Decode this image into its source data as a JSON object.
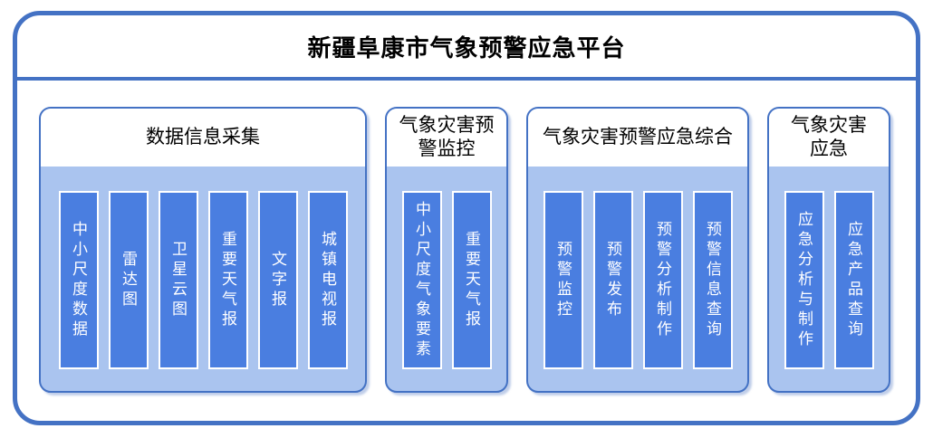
{
  "platform": {
    "title": "新疆阜康市气象预警应急平台"
  },
  "colors": {
    "frame_border": "#4472C4",
    "group_border": "#4472C4",
    "group_header_bg": "#FFFFFF",
    "group_body_bg": "#AAC4EF",
    "bar_bg": "#4A7EE0",
    "bar_border": "#FFFFFF",
    "bar_text": "#FFFFFF",
    "title_text": "#000000"
  },
  "groups": [
    {
      "title": "数据信息采集",
      "items": [
        "中小尺度数据",
        "雷达图",
        "卫星云图",
        "重要天气报",
        "文字报",
        "城镇电视报"
      ]
    },
    {
      "title": "气象灾害预\n警监控",
      "items": [
        "中小尺度气象要素",
        "重要天气报"
      ]
    },
    {
      "title": "气象灾害预警应急综合",
      "items": [
        "预警监控",
        "预警发布",
        "预警分析制作",
        "预警信息查询"
      ]
    },
    {
      "title": "气象灾害\n应急",
      "items": [
        "应急分析与制作",
        "应急产品查询"
      ]
    }
  ]
}
